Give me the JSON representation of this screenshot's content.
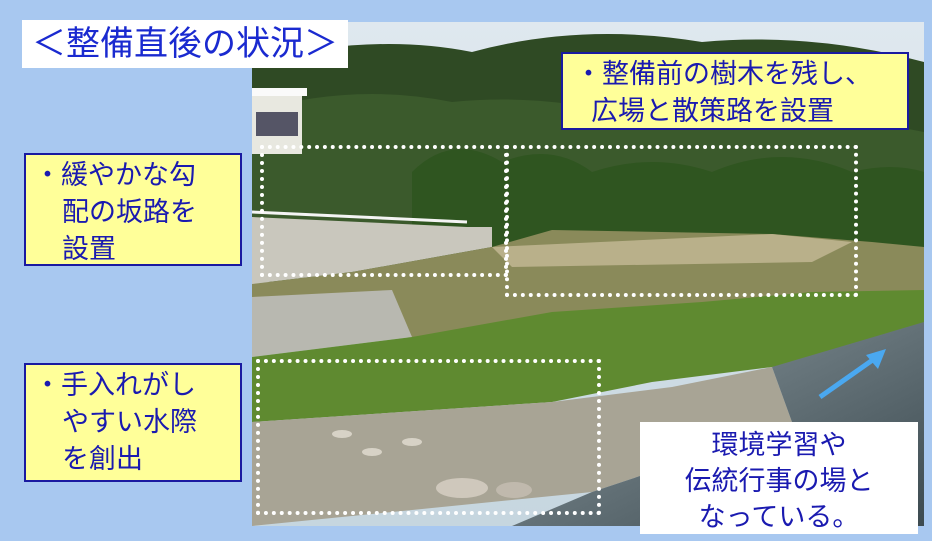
{
  "title": "＜整備直後の状況＞",
  "callouts": {
    "top_right": [
      "・整備前の樹木を残し、",
      "広場と散策路を設置"
    ],
    "left_top": [
      "・緩やかな勾",
      "配の坂路を",
      "設置"
    ],
    "left_bottom": [
      "・手入れがし",
      "やすい水際",
      "を創出"
    ],
    "bottom_right": [
      "環境学習や",
      "伝統行事の場と",
      "なっている。"
    ]
  },
  "colors": {
    "background": "#a8c8f0",
    "callout_fill": "#ffff99",
    "text": "#1a1ab0",
    "arrow": "#4aa8f0"
  }
}
